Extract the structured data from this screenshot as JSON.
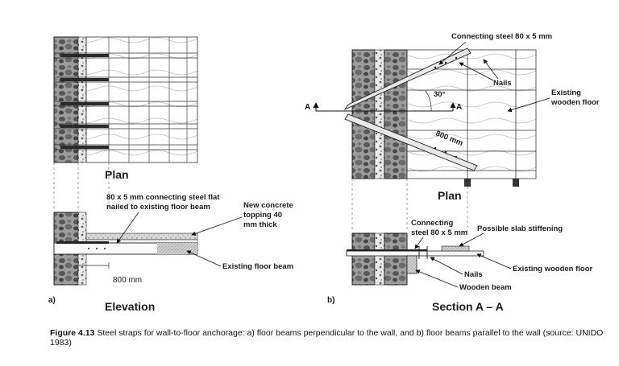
{
  "panel_a": {
    "marker": "a)",
    "plan_title": "Plan",
    "elevation_title": "Elevation",
    "label_steel_flat_line1": "80 x 5 mm connecting steel flat",
    "label_steel_flat_line2": "nailed to existing floor beam",
    "label_concrete_line1": "New concrete",
    "label_concrete_line2": "topping 40",
    "label_concrete_line3": "mm thick",
    "label_floor_beam": "Existing floor beam",
    "dim_800": "800 mm"
  },
  "panel_b": {
    "marker": "b)",
    "plan_title": "Plan",
    "section_title": "Section A – A",
    "label_connecting_steel": "Connecting steel 80 x 5 mm",
    "label_nails": "Nails",
    "label_angle": "30°",
    "label_existing_floor_line1": "Existing",
    "label_existing_floor_line2": "wooden floor",
    "label_dim_800": "800 mm",
    "section_marker": "A",
    "sec_connecting_line1": "Connecting",
    "sec_connecting_line2": "steel 80 x 5 mm",
    "sec_slab_stiffening": "Possible slab stiffening",
    "sec_nails": "Nails",
    "sec_existing_floor": "Existing wooden floor",
    "sec_wooden_beam": "Wooden beam"
  },
  "caption": {
    "figure_label": "Figure 4.13",
    "text": " Steel straps for wall-to-floor anchorage: a) floor beams perpendicular to the wall, and b) floor beams parallel to the wall (source: UNIDO 1983)"
  },
  "colors": {
    "stone_fill": "#8a8a8a",
    "stone_dark": "#3a3a3a",
    "line": "#222222",
    "hatch": "#9a9a9a"
  }
}
